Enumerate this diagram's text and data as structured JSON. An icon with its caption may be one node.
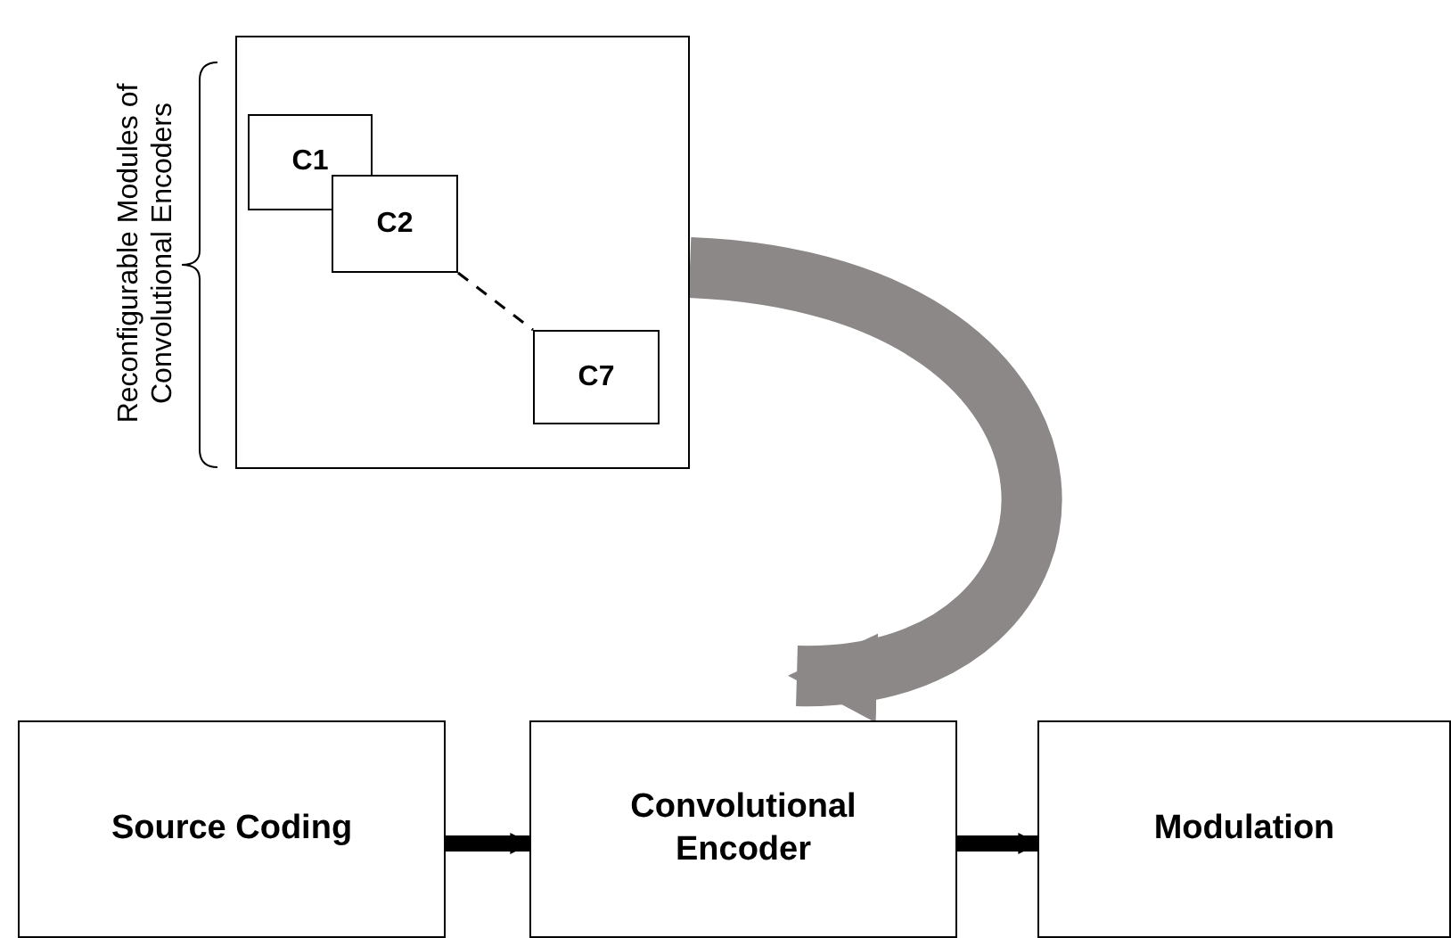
{
  "diagram": {
    "nodes": [
      {
        "text": [],
        "shape": "box",
        "beside": [
          "Reconfigurable Modules of Convolutional Encoders"
        ]
      },
      {
        "text": [
          "C1"
        ],
        "in": 0
      },
      {
        "text": [
          "C2"
        ],
        "in": 0
      },
      {
        "text": [
          "C7"
        ],
        "in": 0
      },
      {
        "text": [
          "Source Coding"
        ]
      },
      {
        "text": [
          "Convolutional Encoder"
        ]
      },
      {
        "text": [
          "Modulation"
        ]
      }
    ],
    "edges": [
      {
        "from": 2,
        "to": 3,
        "arrow": "none",
        "style": "dashed"
      },
      {
        "from": 0,
        "to": 5,
        "arrow": "to",
        "style": "thick",
        "color": "#8c8888"
      },
      {
        "from": 4,
        "to": 5,
        "arrow": "to"
      },
      {
        "from": 5,
        "to": 6,
        "arrow": "to"
      }
    ]
  }
}
